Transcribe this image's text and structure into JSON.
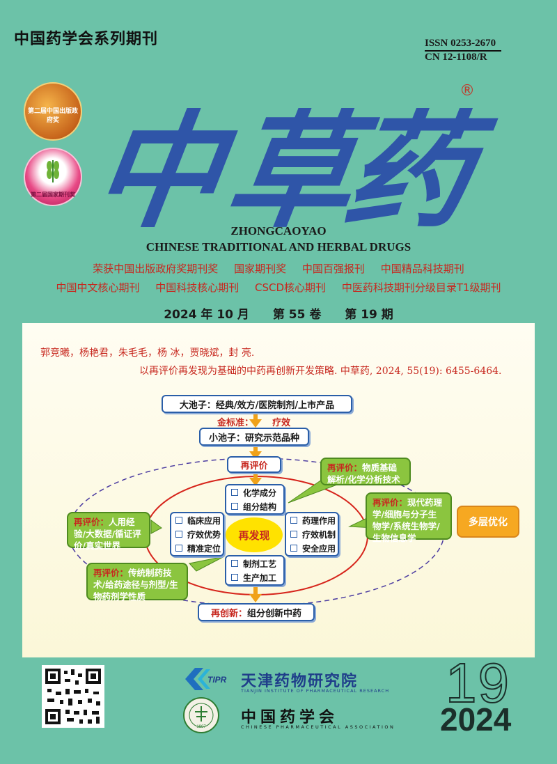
{
  "header": {
    "series": "中国药学会系列期刊",
    "issn": "ISSN 0253-2670",
    "cn": "CN 12-1108/R"
  },
  "logo": {
    "chars": [
      "中",
      "草",
      "药"
    ],
    "reg_mark": "®"
  },
  "awards": {
    "award1": "第二届中国出版政府奖",
    "award2": "第二届国家期刊奖"
  },
  "titles": {
    "pinyin": "ZHONGCAOYAO",
    "english": "CHINESE TRADITIONAL AND HERBAL DRUGS"
  },
  "honors": {
    "row1": [
      "荣获中国出版政府奖期刊奖",
      "国家期刊奖",
      "中国百强报刊",
      "中国精品科技期刊"
    ],
    "row2": [
      "中国中文核心期刊",
      "中国科技核心期刊",
      "CSCD核心期刊",
      "中医药科技期刊分级目录T1级期刊"
    ]
  },
  "issue": {
    "date": "2024 年 10 月",
    "volume": "第 55 卷",
    "number": "第 19 期"
  },
  "article": {
    "authors": "郭竞曦，杨艳君，朱毛毛，杨 冰，贾晓斌，封 亮.",
    "citation": "以再评价再发现为基础的中药再创新开发策略. 中草药, 2024, 55(19): 6455-6464."
  },
  "diagram": {
    "big_pool": "大池子：经典/效方/医院制剂/上市产品",
    "gold_standard_label": "金标准：",
    "gold_standard_value": "疗效",
    "small_pool": "小池子：研究示范品种",
    "reevaluation": "再评价",
    "top_items": [
      "化学成分",
      "组分结构"
    ],
    "left_items": [
      "临床应用",
      "疗效优势",
      "精准定位"
    ],
    "right_items": [
      "药理作用",
      "疗效机制",
      "安全应用"
    ],
    "bottom_items": [
      "制剂工艺",
      "生产加工"
    ],
    "core": "再发现",
    "reinnovation_label": "再创新：",
    "reinnovation_value": "组分创新中药",
    "multi_opt": "多层优化",
    "bubbles": {
      "top_right": {
        "label": "再评价：",
        "text": "物质基础解析/化学分析技术"
      },
      "right": {
        "label": "再评价：",
        "text": "现代药理学/细胞与分子生物学/系统生物学/生物信息学"
      },
      "left": {
        "label": "再评价：",
        "text": "人用经验/大数据/循证评价/真实世界"
      },
      "bottom_left": {
        "label": "再评价：",
        "text": "传统制药技术/给药途径与剂型/生物药剂学性质"
      }
    }
  },
  "footer": {
    "tipr_logo": "TIPR",
    "tipr_name": "天津药物研究院",
    "tipr_en": "TIANJIN INSTITUTE OF PHARMACEUTICAL RESEARCH",
    "cpa_name": "中国药学会",
    "cpa_en": "CHINESE PHARMACEUTICAL ASSOCIATION",
    "cpa_year": "1907",
    "issue_big": "19",
    "year": "2024"
  },
  "colors": {
    "background": "#6cc2a8",
    "logo_blue": "#2f55a8",
    "accent_red": "#c7281f",
    "bubble_green": "#8bc53f",
    "arrow_orange": "#f0a21a"
  }
}
